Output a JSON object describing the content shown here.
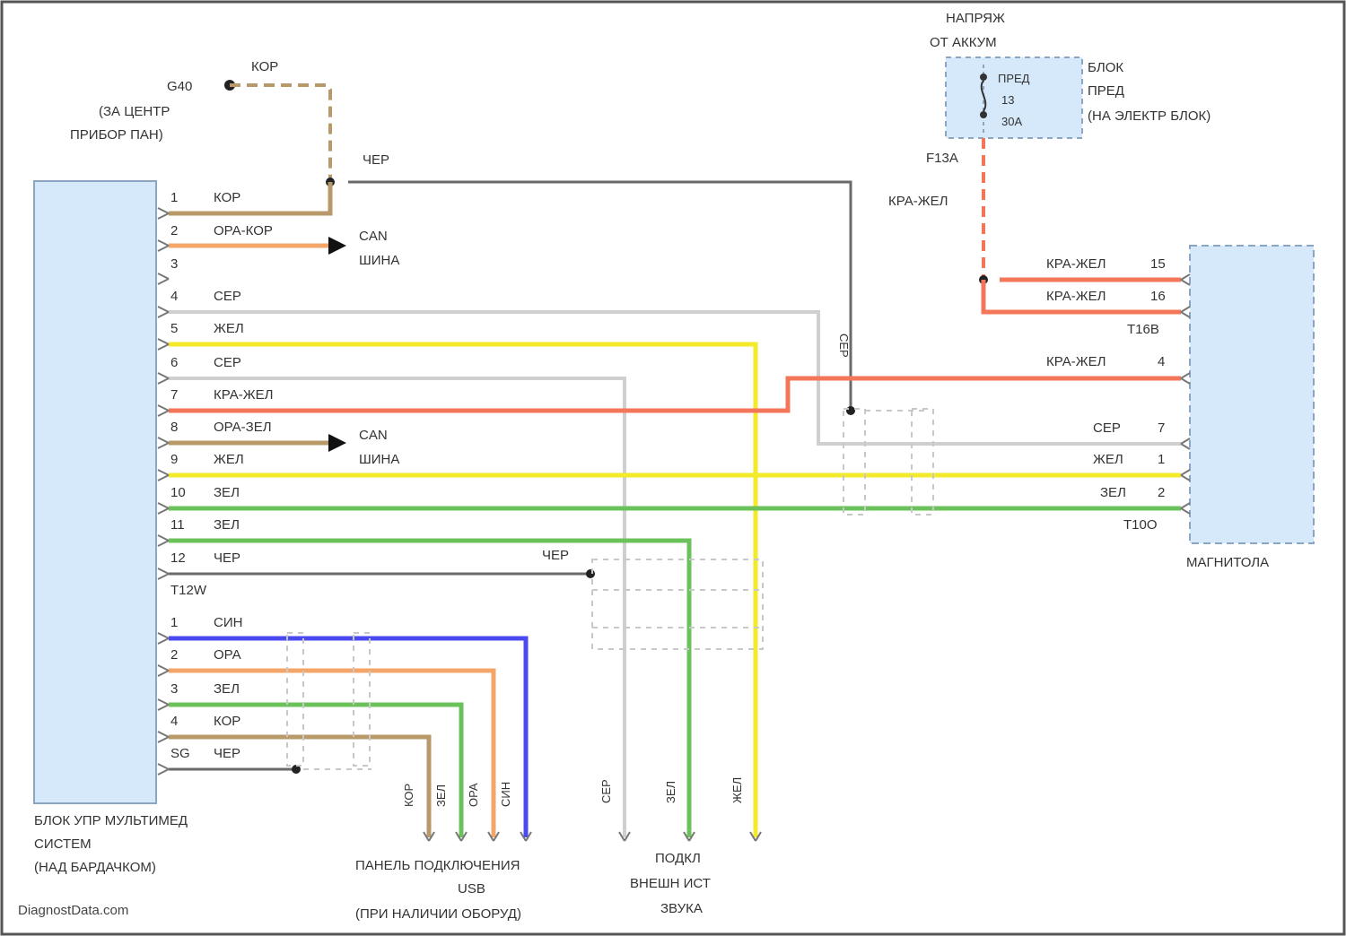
{
  "colors": {
    "brown": "#b89a6a",
    "orange": "#f4a66a",
    "gray": "#cfcfcf",
    "yellow": "#f2ea2a",
    "red": "#f4765a",
    "green": "#6cc25a",
    "black": "#6a6a6a",
    "blue": "#4a4af0",
    "block_fill": "#d6e9fb",
    "block_stroke": "#8aa6c2"
  },
  "top_ground": {
    "point": "G40",
    "wire": "КОР",
    "desc": [
      "(ЗА ЦЕНТР",
      "ПРИБОР ПАН)"
    ]
  },
  "splice_label": "ЧЕР",
  "fuse": {
    "header": [
      "НАПРЯЖ",
      "ОТ АККУМ"
    ],
    "lines": [
      "ПРЕД",
      "13",
      "30А"
    ],
    "block": [
      "БЛОК",
      "ПРЕД",
      "(НА ЭЛЕКТР БЛОК)"
    ],
    "pin": "F13A",
    "wire": "КРА-ЖЕЛ"
  },
  "can_labels": [
    [
      "CAN",
      "ШИНА"
    ],
    [
      "CAN",
      "ШИНА"
    ]
  ],
  "left_block": {
    "caption": [
      "БЛОК УПР МУЛЬТИМЕД",
      "СИСТЕМ",
      "(НАД БАРДАЧКОМ)"
    ],
    "connector_a": "T12W",
    "pins_a": [
      {
        "num": "1",
        "wire": "КОР"
      },
      {
        "num": "2",
        "wire": "ОРА-КОР"
      },
      {
        "num": "3",
        "wire": ""
      },
      {
        "num": "4",
        "wire": "СЕР"
      },
      {
        "num": "5",
        "wire": "ЖЕЛ"
      },
      {
        "num": "6",
        "wire": "СЕР"
      },
      {
        "num": "7",
        "wire": "КРА-ЖЕЛ"
      },
      {
        "num": "8",
        "wire": "ОРА-ЗЕЛ"
      },
      {
        "num": "9",
        "wire": "ЖЕЛ"
      },
      {
        "num": "10",
        "wire": "ЗЕЛ"
      },
      {
        "num": "11",
        "wire": "ЗЕЛ"
      },
      {
        "num": "12",
        "wire": "ЧЕР"
      }
    ],
    "pins_b": [
      {
        "num": "1",
        "wire": "СИН"
      },
      {
        "num": "2",
        "wire": "ОРА"
      },
      {
        "num": "3",
        "wire": "ЗЕЛ"
      },
      {
        "num": "4",
        "wire": "КОР"
      },
      {
        "num": "SG",
        "wire": "ЧЕР"
      }
    ]
  },
  "mid_labels": {
    "vertical_ser": "СЕР",
    "cher_12": "ЧЕР"
  },
  "right_block": {
    "caption": "МАГНИТОЛА",
    "connector_a": "T16B",
    "connector_b": "T10O",
    "pins": [
      {
        "num": "15",
        "wire": "КРА-ЖЕЛ"
      },
      {
        "num": "16",
        "wire": "КРА-ЖЕЛ"
      },
      {
        "num": "4",
        "wire": "КРА-ЖЕЛ"
      },
      {
        "num": "7",
        "wire": "СЕР"
      },
      {
        "num": "1",
        "wire": "ЖЕЛ"
      },
      {
        "num": "2",
        "wire": "ЗЕЛ"
      }
    ]
  },
  "bottom_usb": {
    "wires": [
      "КОР",
      "ЗЕЛ",
      "ОРА",
      "СИН"
    ],
    "caption": [
      "ПАНЕЛЬ ПОДКЛЮЧЕНИЯ",
      "USB",
      "(ПРИ НАЛИЧИИ ОБОРУД)"
    ]
  },
  "bottom_aux": {
    "wires": [
      "СЕР",
      "ЗЕЛ",
      "ЖЕЛ"
    ],
    "caption": [
      "ПОДКЛ",
      "ВНЕШН ИСТ",
      "ЗВУКА"
    ]
  },
  "watermark": "DiagnostData.com"
}
